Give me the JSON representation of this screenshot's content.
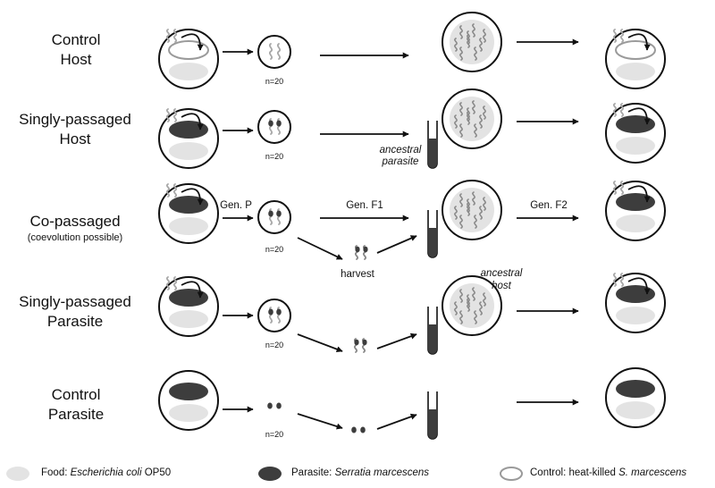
{
  "rows": [
    {
      "id": "control-host",
      "title": "Control",
      "title2": "Host"
    },
    {
      "id": "singly-passaged-host",
      "title": "Singly-passaged",
      "title2": "Host"
    },
    {
      "id": "co-passaged",
      "title": "Co-passaged",
      "subtitle": "(coevolution possible)"
    },
    {
      "id": "singly-passaged-parasite",
      "title": "Singly-passaged",
      "title2": "Parasite"
    },
    {
      "id": "control-parasite",
      "title": "Control",
      "title2": "Parasite"
    }
  ],
  "labels": {
    "n": "n=20",
    "gen_p": "Gen. P",
    "gen_f1": "Gen. F1",
    "gen_f2": "Gen. F2",
    "harvest": "harvest",
    "ancestral_parasite": [
      "ancestral",
      "parasite"
    ],
    "ancestral_host": [
      "ancestral",
      "host"
    ]
  },
  "legend": {
    "food_prefix": "Food: ",
    "food_italic": "Escherichia coli",
    "food_suffix": " OP50",
    "parasite_prefix": "Parasite: ",
    "parasite_italic": "Serratia marcescens",
    "control_prefix": "Control: heat-killed ",
    "control_italic": "S. marcescens"
  },
  "colors": {
    "food": "#e3e3e3",
    "parasite": "#3d3d3d",
    "worm": "#a8a8a8",
    "outline": "#111111",
    "heat_killed_outline": "#9a9a9a"
  }
}
